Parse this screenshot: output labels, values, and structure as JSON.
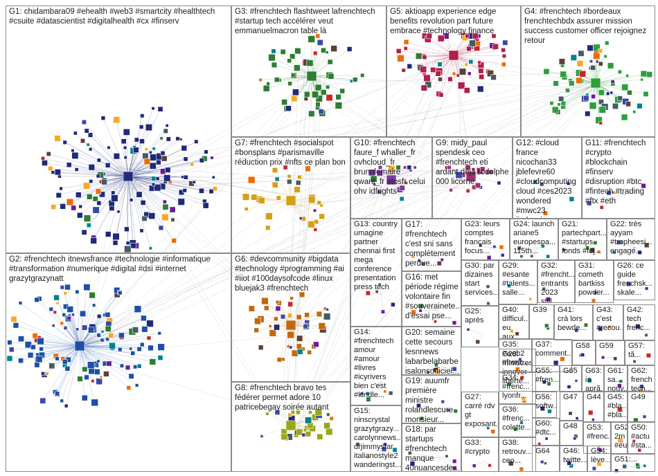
{
  "groups": [
    {
      "id": "G1",
      "lines": [
        "G1: chidambara09 #ehealth #web3 #smartcity #healthtech",
        "#csuite #datascientist #digitalhealth #cx #finserv"
      ],
      "color": "#1f2a7a"
    },
    {
      "id": "G2",
      "lines": [
        "G2: #frenchtech itnewsfrance #technologie #informatique",
        "#transformation #numerique #digital #dsi #internet",
        "grazytgrazynatt"
      ],
      "color": "#1e4fa8"
    },
    {
      "id": "G3",
      "lines": [
        "G3: #frenchtech flashtweet lafrenchtech",
        "#startup tech accélérer veut",
        "emmanuelmacron table là"
      ],
      "color": "#2e7d32"
    },
    {
      "id": "G4",
      "lines": [
        "G4: #frenchtech #bordeaux",
        "frenchtechbdx assurer mission",
        "success customer officer rejoignez",
        "retour"
      ],
      "color": "#2e9e3e"
    },
    {
      "id": "G5",
      "lines": [
        "G5: aktioapp experience edge",
        "benefits revolution part future",
        "embrace #technology finance"
      ],
      "color": "#b0204a"
    },
    {
      "id": "G6",
      "lines": [
        "G6: #devcommunity #bigdata",
        "#technology #programming #ai",
        "#iiot #100daysofcode #linux",
        "bluejak3 #frenchtech"
      ],
      "color": "#c06a10"
    },
    {
      "id": "G7",
      "lines": [
        "G7: #frenchtech #socialspot",
        "#bonsplans #parismaville",
        "réduction prix #nfts ce plan bon"
      ],
      "color": "#d4a017"
    },
    {
      "id": "G8",
      "lines": [
        "G8: #frenchtech bravo tes",
        "fédérer permet adore 10",
        "patricebegay soirée autant"
      ],
      "color": "#9aa61a"
    },
    {
      "id": "G9",
      "lines": [
        "G9: midy_paul",
        "spendesk ceo",
        "#frenchtech eti",
        "ardant déjà rodolphe",
        "000 licorne"
      ],
      "color": "#a03070"
    },
    {
      "id": "G10",
      "lines": [
        "G10: #frenchtech",
        "faure_f whaller_fr",
        "ovhcloud_fr",
        "brunolemaire",
        "qwant_fr atosfr celui",
        "ohv idfrights"
      ],
      "color": "#7a3aa0"
    },
    {
      "id": "G11",
      "lines": [
        "G11: #frenchtech",
        "#crypto",
        "#blockchain",
        "#finserv",
        "#disruption #btc",
        "#fintech #trading",
        "#ftx #eth"
      ],
      "color": "#3a3a8a"
    },
    {
      "id": "G12",
      "lines": [
        "G12: #cloud",
        "france nicochan33",
        "jblefevre60",
        "#cloudcomputing",
        "cloud #ces2023",
        "wondered #mwc23",
        "jimharris"
      ],
      "color": "#4a4a9a"
    },
    {
      "id": "G13",
      "lines": [
        "G13: country",
        "umagine",
        "partner",
        "chennai first",
        "mega",
        "conference",
        "presentation",
        "press tech"
      ],
      "color": "#607080"
    },
    {
      "id": "G14",
      "lines": [
        "G14:",
        "#frenchtech",
        "amour",
        "#amour",
        "#livres",
        "#icyrivers",
        "bien c'est",
        "#kindle..."
      ],
      "color": "#506070"
    },
    {
      "id": "G15",
      "lines": [
        "G15:",
        "ninscrystal",
        "grazytgrazy...",
        "carolynnews...",
        "drjimmystar",
        "italianostyle2",
        "wanderingst..."
      ],
      "color": "#405060"
    },
    {
      "id": "G16",
      "lines": [
        "G16: met",
        "période régime",
        "volontaire fin",
        "#souverainete...",
        "d'essai pse..."
      ],
      "color": "#506050"
    },
    {
      "id": "G17",
      "lines": [
        "G17:",
        "#frenchtech",
        "c'est sni sans",
        "complètement",
        "perdue..."
      ],
      "color": "#605050"
    },
    {
      "id": "G18",
      "lines": [
        "G18: par",
        "startups",
        "#frenchtech",
        "manque",
        "40nuancesde..."
      ],
      "color": "#505060"
    },
    {
      "id": "G19",
      "lines": [
        "G19: auumfr",
        "première",
        "ministre",
        "rolandlescure",
        "monsieur..."
      ],
      "color": "#605060"
    },
    {
      "id": "G20",
      "lines": [
        "G20: semaine",
        "cette secours",
        "lesnnews",
        "labarbelabarbe",
        "isalonsofficiel..."
      ],
      "color": "#506060"
    },
    {
      "id": "G21",
      "lines": [
        "G21:",
        "partechpart...",
        "#startups",
        "fonds #fdj..."
      ],
      "color": "#555"
    },
    {
      "id": "G22",
      "lines": [
        "G22: très",
        "ayyam",
        "#tropheesi...",
        "engagé..."
      ],
      "color": "#555"
    },
    {
      "id": "G23",
      "lines": [
        "G23: leurs",
        "comptes",
        "français",
        "focus..."
      ],
      "color": "#555"
    },
    {
      "id": "G24",
      "lines": [
        "G24: launch",
        "ariane5",
        "europespa...",
        "115th..."
      ],
      "color": "#555"
    },
    {
      "id": "G25",
      "lines": [
        "G25:",
        "après"
      ],
      "color": "#555"
    },
    {
      "id": "G26",
      "lines": [
        "G26: ce",
        "guide",
        "frenchsk...",
        "skale..."
      ],
      "color": "#555"
    },
    {
      "id": "G27",
      "lines": [
        "G27:",
        "carré rdv",
        "gt",
        "exposant..."
      ],
      "color": "#555"
    },
    {
      "id": "G28",
      "lines": [
        "G28:",
        "ministres",
        "innover",
        "liberté..."
      ],
      "color": "#555"
    },
    {
      "id": "G29",
      "lines": [
        "G29:",
        "#esante",
        "#talents...",
        "salle..."
      ],
      "color": "#555"
    },
    {
      "id": "G30",
      "lines": [
        "G30: par",
        "dizaines",
        "start",
        "services..."
      ],
      "color": "#555"
    },
    {
      "id": "G31",
      "lines": [
        "G31:",
        "cometh",
        "bartkiss",
        "powder..."
      ],
      "color": "#555"
    },
    {
      "id": "G32",
      "lines": [
        "G32:",
        "#frencht...",
        "entrants",
        "2023 still..."
      ],
      "color": "#555"
    },
    {
      "id": "G33",
      "lines": [
        "G33:",
        "#crypto"
      ],
      "color": "#555"
    },
    {
      "id": "G34",
      "lines": [
        "G34:",
        "#frenc...",
        "lyonfr..."
      ],
      "color": "#555"
    },
    {
      "id": "G35",
      "lines": [
        "G35:",
        "#web2",
        "#frenc..."
      ],
      "color": "#555"
    },
    {
      "id": "G36",
      "lines": [
        "G36:",
        "#frenc...",
        "colette..."
      ],
      "color": "#555"
    },
    {
      "id": "G37",
      "lines": [
        "G37:",
        "comment..."
      ],
      "color": "#555"
    },
    {
      "id": "G38",
      "lines": [
        "G38:",
        "retrouv...",
        "ceo..."
      ],
      "color": "#555"
    },
    {
      "id": "G39",
      "lines": [
        "G39"
      ],
      "color": "#555"
    },
    {
      "id": "G40",
      "lines": [
        "G40:",
        "difficul...",
        "eu aux..."
      ],
      "color": "#555"
    },
    {
      "id": "G41",
      "lines": [
        "G41:",
        "crà lors",
        "bewde..."
      ],
      "color": "#555"
    },
    {
      "id": "G42",
      "lines": [
        "G42:",
        "tech",
        "frenc..."
      ],
      "color": "#555"
    },
    {
      "id": "G43",
      "lines": [
        "G43:",
        "c'est",
        "#recou..."
      ],
      "color": "#555"
    },
    {
      "id": "G44",
      "lines": [
        "G44"
      ],
      "color": "#555"
    },
    {
      "id": "G45",
      "lines": [
        "G45:",
        "#bla...",
        "#bla..."
      ],
      "color": "#555"
    },
    {
      "id": "G46",
      "lines": [
        "G46:",
        "twitte..."
      ],
      "color": "#555"
    },
    {
      "id": "G47",
      "lines": [
        "G47"
      ],
      "color": "#555"
    },
    {
      "id": "G48",
      "lines": [
        "G48"
      ],
      "color": "#555"
    },
    {
      "id": "G49",
      "lines": [
        "G49"
      ],
      "color": "#555"
    },
    {
      "id": "G50",
      "lines": [
        "G50:",
        "#actu",
        "#sta..."
      ],
      "color": "#555"
    },
    {
      "id": "G51",
      "lines": [
        "G51:..."
      ],
      "color": "#555"
    },
    {
      "id": "G52",
      "lines": [
        "G52:",
        "2m",
        "#eu..."
      ],
      "color": "#555"
    },
    {
      "id": "G53",
      "lines": [
        "G53:",
        "#frenc..."
      ],
      "color": "#555"
    },
    {
      "id": "G54",
      "lines": [
        "G54:",
        "lève..."
      ],
      "color": "#555"
    },
    {
      "id": "G55",
      "lines": [
        "G55:",
        "#fren..."
      ],
      "color": "#555"
    },
    {
      "id": "G56",
      "lines": [
        "G56:",
        "softw..."
      ],
      "color": "#555"
    },
    {
      "id": "G57",
      "lines": [
        "G57:",
        "tã..."
      ],
      "color": "#555"
    },
    {
      "id": "G58",
      "lines": [
        "G58"
      ],
      "color": "#555"
    },
    {
      "id": "G59",
      "lines": [
        "G59"
      ],
      "color": "#555"
    },
    {
      "id": "G60",
      "lines": [
        "G60:",
        "#dtc..."
      ],
      "color": "#555"
    },
    {
      "id": "G61",
      "lines": [
        "G61:",
        "sa...",
        "nouv..."
      ],
      "color": "#555"
    },
    {
      "id": "G62",
      "lines": [
        "G62:",
        "french",
        "tech..."
      ],
      "color": "#555"
    },
    {
      "id": "G63",
      "lines": [
        "G63:",
        "ia",
        "aprã..."
      ],
      "color": "#555"
    },
    {
      "id": "G64",
      "lines": [
        "G64"
      ],
      "color": "#555"
    },
    {
      "id": "G65",
      "lines": [
        "G65"
      ],
      "color": "#555"
    }
  ]
}
